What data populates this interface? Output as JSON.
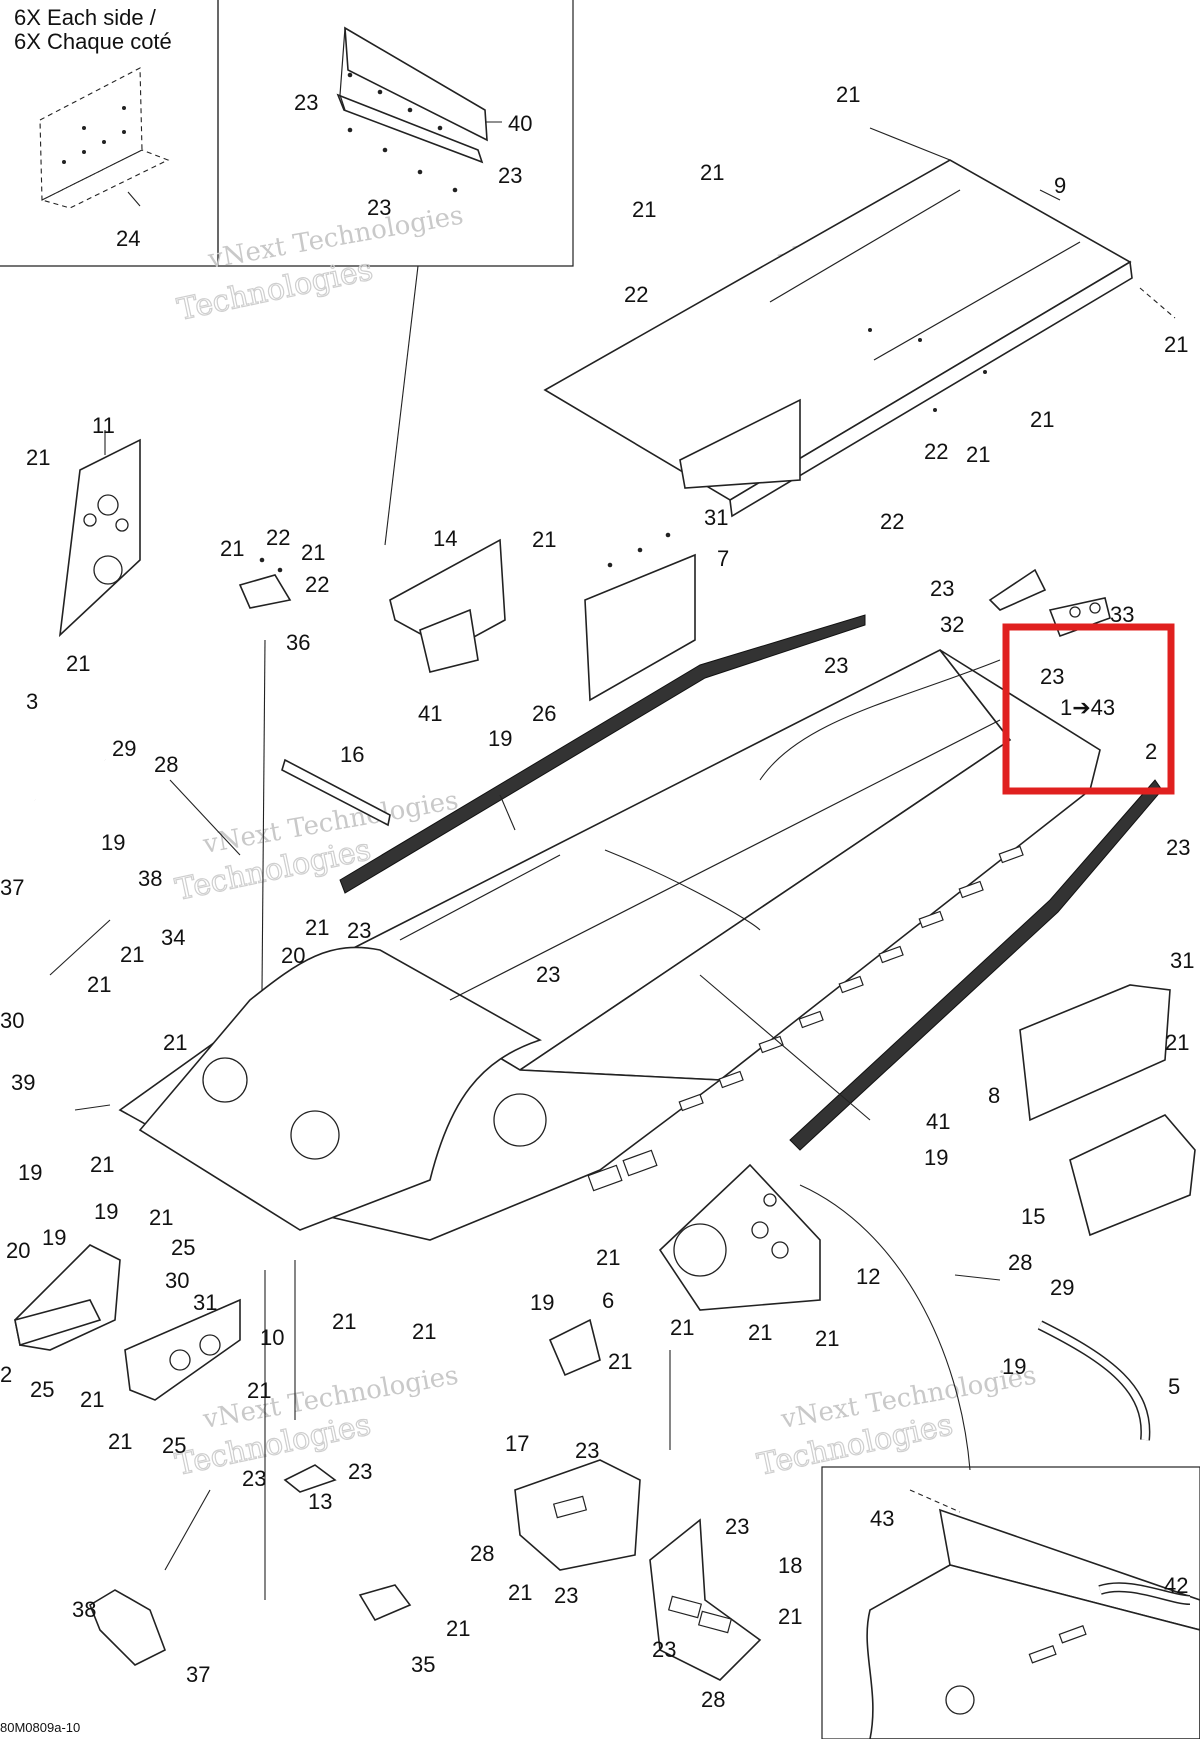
{
  "callout": {
    "line1": "6X Each side /",
    "line2": "6X Chaque coté"
  },
  "watermark": {
    "line1": "vNext Technologies",
    "line2": "vNext",
    "line3": "Technologies"
  },
  "highlight_color": "#e0201f",
  "reference_code": "80M0809a-10",
  "callouts": {
    "c24": "24",
    "c23a": "23",
    "c40": "40",
    "c23b": "23",
    "c23c": "23",
    "c21a": "21",
    "c9": "9",
    "c21b": "21",
    "c21c": "21",
    "c22a": "22",
    "c21d": "21",
    "c21e": "21",
    "c22b": "22",
    "c21f": "21",
    "c22c": "22",
    "c11": "11",
    "c21g": "21",
    "c21h": "21",
    "c21i": "21",
    "c22d": "22",
    "c21j": "21",
    "c22e": "22",
    "c36": "36",
    "c14": "14",
    "c21k": "21",
    "c31a": "31",
    "c7": "7",
    "c23d": "23",
    "c32": "32",
    "c33": "33",
    "c23e": "23",
    "c1to43": "1➔43",
    "c2a": "2",
    "c3": "3",
    "c41a": "41",
    "c19a": "19",
    "c26": "26",
    "c23f": "23",
    "c29a": "29",
    "c28a": "28",
    "c16": "16",
    "c19b": "19",
    "c37a": "37",
    "c38a": "38",
    "c23g": "23",
    "c21l": "21",
    "c23h": "23",
    "c34": "34",
    "c21m": "21",
    "c20a": "20",
    "c21n": "21",
    "c23i": "23",
    "c31b": "31",
    "c30a": "30",
    "c21o": "21",
    "c21p": "21",
    "c8": "8",
    "c39": "39",
    "c19c": "19",
    "c41b": "41",
    "c19d": "19",
    "c21q": "21",
    "c15": "15",
    "c19e": "19",
    "c21r": "21",
    "c25a": "25",
    "c20b": "20",
    "c19f": "19",
    "c30b": "30",
    "c31c": "31",
    "c21s": "21",
    "c21t": "21",
    "c19g": "19",
    "c6": "6",
    "c12": "12",
    "c28b": "28",
    "c29b": "29",
    "c21u": "21",
    "c21v": "21",
    "c21w": "21",
    "c21x": "21",
    "c2b": "2",
    "c25b": "25",
    "c10": "10",
    "c21y": "21",
    "c21z": "21",
    "c21aa": "21",
    "c25c": "25",
    "c19h": "19",
    "c5": "5",
    "c17": "17",
    "c23j": "23",
    "c23k": "23",
    "c23l": "23",
    "c13": "13",
    "c28c": "28",
    "c21ab": "21",
    "c23m": "23",
    "c23n": "23",
    "c18": "18",
    "c21ac": "21",
    "c43": "43",
    "c42": "42",
    "c38b": "38",
    "c37b": "37",
    "c35": "35",
    "c21ad": "21",
    "c23o": "23",
    "c28d": "28"
  }
}
